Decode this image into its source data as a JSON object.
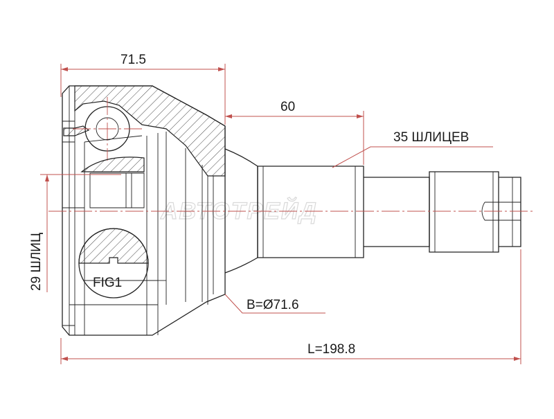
{
  "drawing": {
    "watermark": "АВТОТРЕЙД",
    "dim_top": "71.5",
    "dim_shaft": "60",
    "shaft_splines": "35 ШЛИЦЕВ",
    "inner_splines": "29 ШЛИЦ",
    "figure_label": "FIG1",
    "bearing_diameter": "B=Ø71.6",
    "total_length": "L=198.8"
  },
  "colors": {
    "dimension": "#c0504d",
    "outline": "#222222",
    "watermark": "#d9d9d9"
  }
}
